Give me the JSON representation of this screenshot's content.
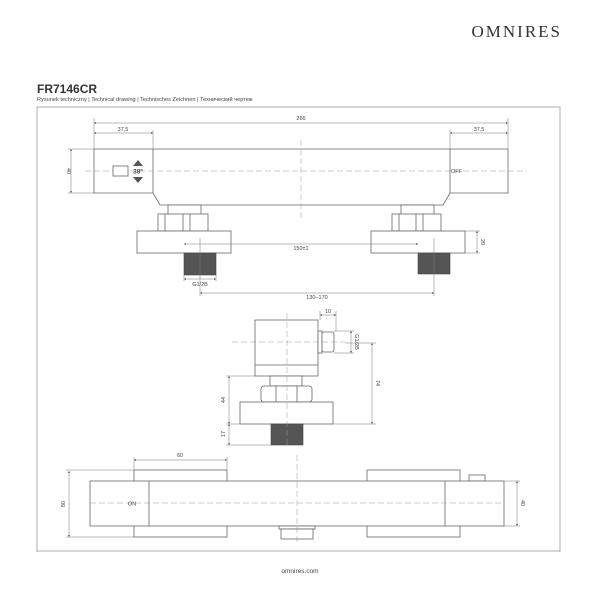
{
  "brand": "OMNIRES",
  "model": "FR7146CR",
  "subtitle": "Rysunek techniczny | Technical drawing | Technisches Zeichnen | Технический чертеж",
  "top_view": {
    "overall_width": "266",
    "left_handle": "37,5",
    "right_handle": "37,5",
    "height": "40",
    "temp_label": "38°",
    "off_label": "OFF",
    "spacing": "150±1",
    "flange_height": "20",
    "thread": "G1/2B",
    "connection_range": "130–170"
  },
  "side_view": {
    "outlet_length": "10",
    "outlet_thread": "G1/2B",
    "depth": "74",
    "connector_height": "44",
    "thread_length": "17"
  },
  "front_view": {
    "plate_width": "60",
    "plate_height": "80",
    "body_height": "40",
    "on_label": "ON"
  },
  "footer": "omnires.com"
}
